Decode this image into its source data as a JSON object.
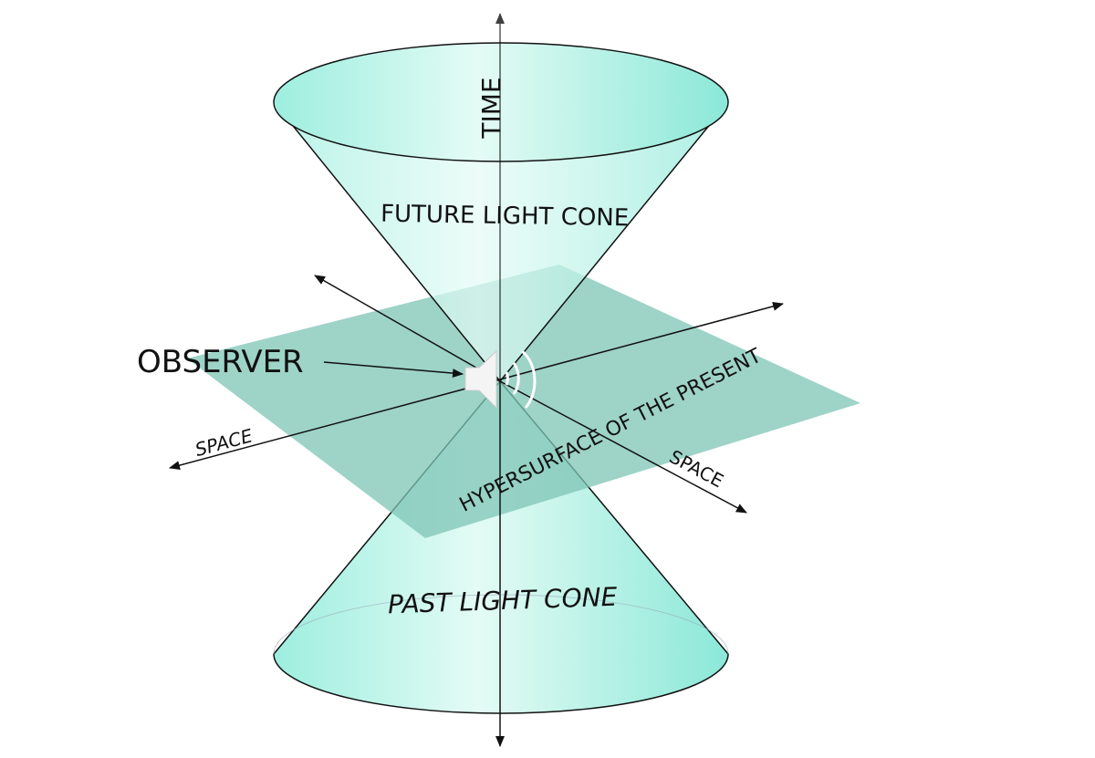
{
  "labels": {
    "time": "TIME",
    "future_cone": "FUTURE LIGHT CONE",
    "past_cone": "PAST LIGHT CONE",
    "observer": "OBSERVER",
    "space_left": "SPACE",
    "space_right": "SPACE",
    "hypersurface": "HYPERSURFACE OF THE PRESENT"
  },
  "colors": {
    "cone_fill": "#c8f5ea",
    "cone_edge": "#8de8d8",
    "plane": "#7ec4b6",
    "line": "#111111"
  },
  "icons": {
    "observer": "speaker-icon"
  }
}
